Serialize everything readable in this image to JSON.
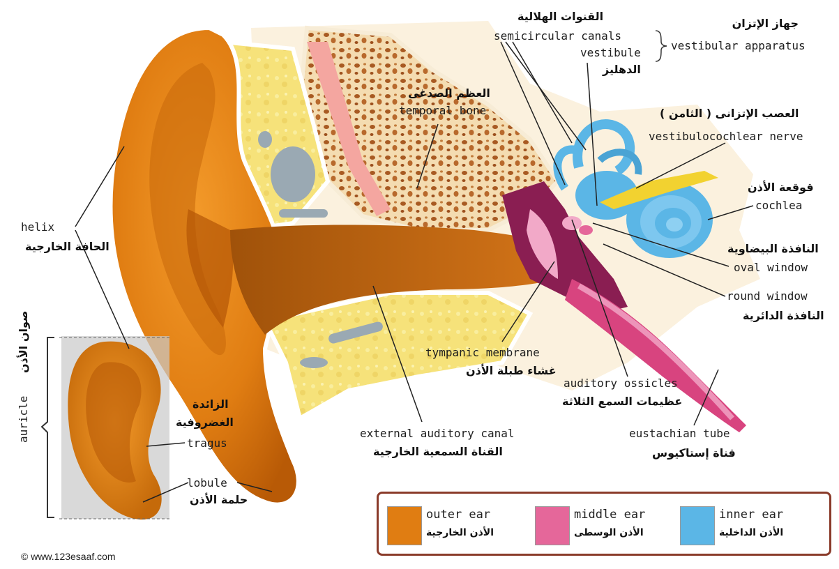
{
  "labels": {
    "vestibular_ar": "جهاز الإتزان",
    "vestibular_en": "vestibular apparatus",
    "semicircular_ar": "القنوات الهلالية",
    "semicircular_en": "semicircular canals",
    "vestibule_en": "vestibule",
    "vestibule_ar": "الدهليز",
    "temporal_ar": "العظم الصدغى",
    "temporal_en": "temporal bone",
    "nerve_ar": "العصب الإتزانى ( الثامن )",
    "nerve_en": "vestibulocochlear nerve",
    "cochlea_ar": "قوقعة الأذن",
    "cochlea_en": "cochlea",
    "oval_ar": "النافذة البيضاوية",
    "oval_en": "oval window",
    "round_en": "round window",
    "round_ar": "النافذة الدائرية",
    "helix_en": "helix",
    "helix_ar": "الحافة الخارجية",
    "tympanic_en": "tympanic membrane",
    "tympanic_ar": "غشاء طبلة الأذن",
    "ossicles_en": "auditory ossicles",
    "ossicles_ar": "عظيمات السمع الثلاثة",
    "canal_en": "external auditory canal",
    "canal_ar": "القناة السمعية الخارجية",
    "eustachian_en": "eustachian tube",
    "eustachian_ar": "قناة إستاكيوس",
    "tragus_ar_1": "الزائدة",
    "tragus_ar_2": "الغضروفية",
    "tragus_en": "tragus",
    "lobule_en": "lobule",
    "lobule_ar": "حلمة الأذن",
    "auricle_en": "auricle",
    "auricle_ar": "صوان الأذن"
  },
  "legend": [
    {
      "en": "outer ear",
      "ar": "الأذن الخارجية",
      "color": "#e07d12"
    },
    {
      "en": "middle ear",
      "ar": "الأذن الوسطى",
      "color": "#e5679a"
    },
    {
      "en": "inner ear",
      "ar": "الأذن الداخلية",
      "color": "#5bb6e6"
    }
  ],
  "credit": "© www.123esaaf.com"
}
